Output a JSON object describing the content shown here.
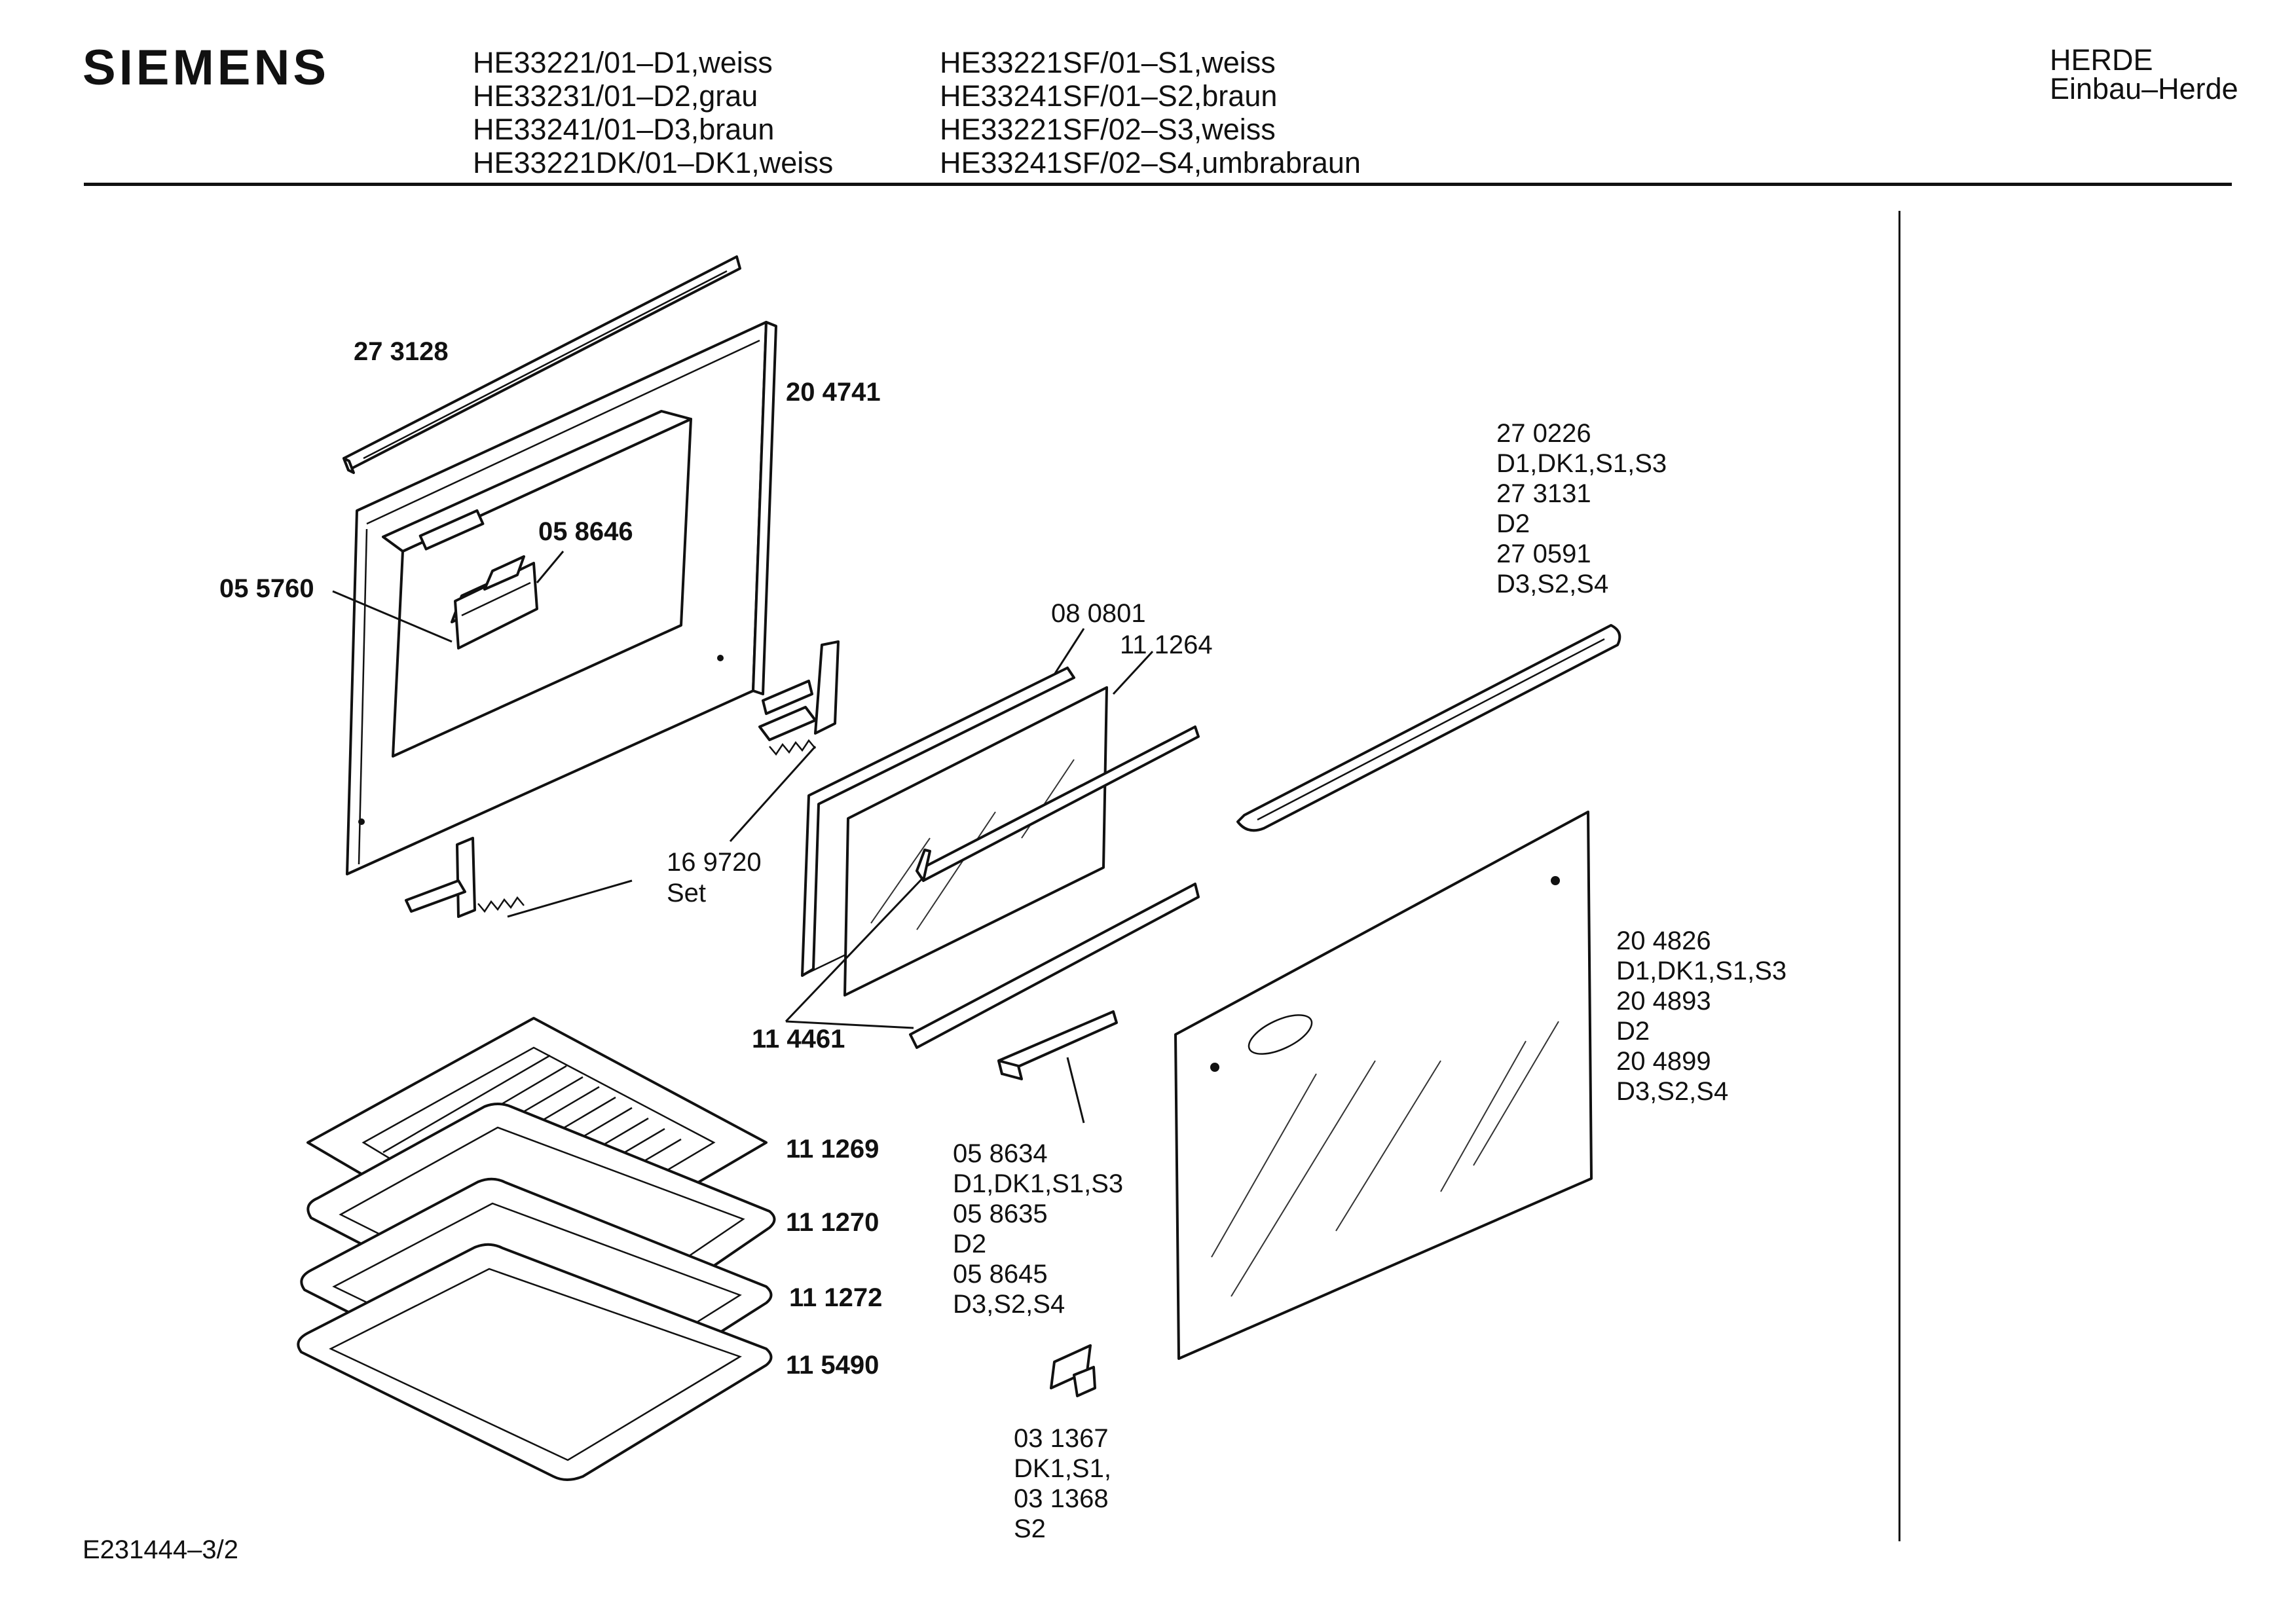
{
  "header": {
    "brand": "SIEMENS",
    "models_col1": [
      "HE33221/01–D1,weiss",
      "HE33231/01–D2,grau",
      "HE33241/01–D3,braun",
      "HE33221DK/01–DK1,weiss"
    ],
    "models_col2": [
      "HE33221SF/01–S1,weiss",
      "HE33241SF/01–S2,braun",
      "HE33221SF/02–S3,weiss",
      "HE33241SF/02–S4,umbrabraun"
    ],
    "category": [
      "HERDE",
      "Einbau–Herde"
    ]
  },
  "diagram": {
    "nodes": [
      {
        "id": "273128",
        "label": [
          "27 3128"
        ],
        "bold": true
      },
      {
        "id": "204741",
        "label": [
          "20 4741"
        ],
        "bold": true
      },
      {
        "id": "058646",
        "label": [
          "05 8646"
        ],
        "bold": true
      },
      {
        "id": "055760",
        "label": [
          "05 5760"
        ],
        "bold": true
      },
      {
        "id": "080801",
        "label": [
          "08 0801"
        ],
        "bold": false
      },
      {
        "id": "111264",
        "label": [
          "11 1264"
        ],
        "bold": false
      },
      {
        "id": "169720",
        "label": [
          "16 9720",
          "Set"
        ],
        "bold": false
      },
      {
        "id": "114461",
        "label": [
          "11 4461"
        ],
        "bold": true
      },
      {
        "id": "111269",
        "label": [
          "11 1269"
        ],
        "bold": true
      },
      {
        "id": "111270",
        "label": [
          "11 1270"
        ],
        "bold": true
      },
      {
        "id": "111272",
        "label": [
          "11 1272"
        ],
        "bold": true
      },
      {
        "id": "115490",
        "label": [
          "11 5490"
        ],
        "bold": true
      },
      {
        "id": "handle",
        "label": [
          "27 0226",
          "D1,DK1,S1,S3",
          "27 3131",
          "D2",
          "27 0591",
          "D3,S2,S4"
        ],
        "bold": false
      },
      {
        "id": "outerglass",
        "label": [
          "20 4826",
          "D1,DK1,S1,S3",
          "20 4893",
          "D2",
          "20 4899",
          "D3,S2,S4"
        ],
        "bold": false
      },
      {
        "id": "cover",
        "label": [
          "05 8634",
          "D1,DK1,S1,S3",
          "05 8635",
          "D2",
          "05 8645",
          "D3,S2,S4"
        ],
        "bold": false
      },
      {
        "id": "clip",
        "label": [
          "03 1367",
          "DK1,S1,",
          "03 1368",
          "S2"
        ],
        "bold": false
      }
    ]
  },
  "footer": {
    "code": "E231444–3/2"
  }
}
